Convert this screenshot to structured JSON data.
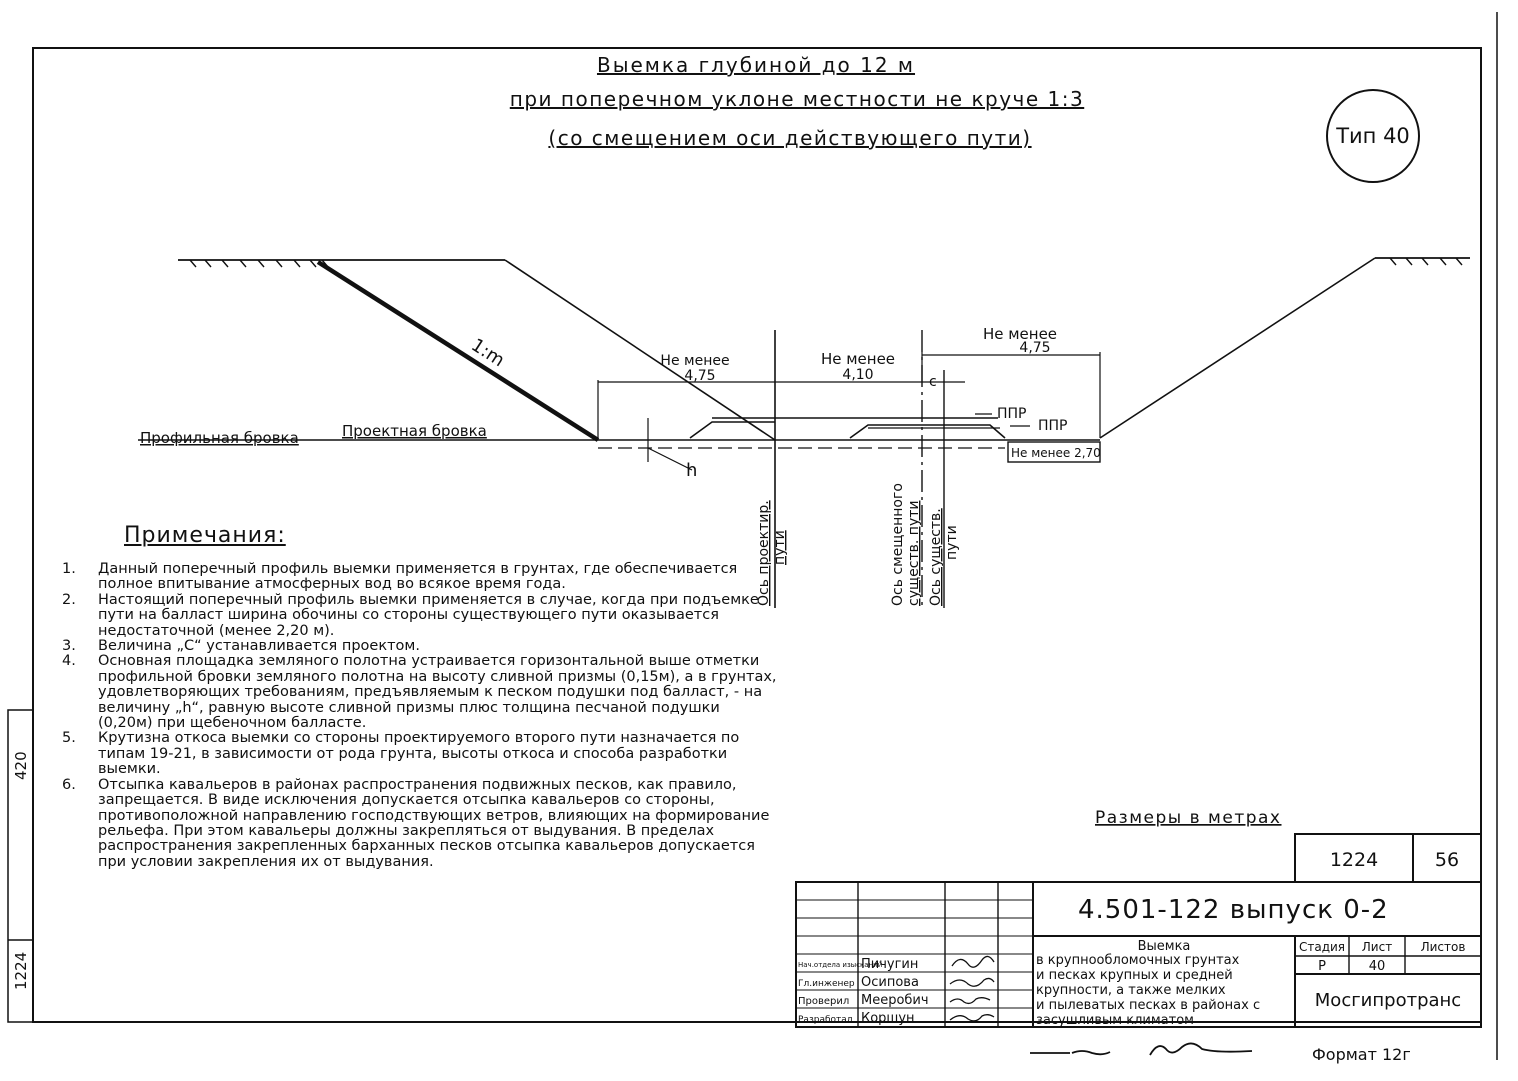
{
  "title": {
    "line1": "Выемка глубиной до 12 м",
    "line2": "при поперечном уклоне местности не круче 1:3",
    "line3": "(со смещением оси действующего пути)"
  },
  "type_badge": "Тип 40",
  "drawing": {
    "slope_label": "1:m",
    "dim_left": {
      "label": "Не менее",
      "value": "4,75"
    },
    "dim_mid": {
      "label": "Не менее",
      "value": "4,10"
    },
    "dim_right": {
      "label": "Не менее",
      "value": "4,75"
    },
    "dim_c": "c",
    "ppr1": "ППР",
    "ppr2": "ППР",
    "profile_edge": "Профильная бровка",
    "design_edge": "Проектная бровка",
    "h_label": "h",
    "min_box": "Не менее 2,70",
    "axis_design": [
      "Ось проектир.",
      "пути"
    ],
    "axis_shifted": [
      "Ось смещенного",
      "существ. пути"
    ],
    "axis_existing": [
      "Ось существ.",
      "пути"
    ]
  },
  "notes": {
    "heading": "Примечания:",
    "items": [
      {
        "n": "1.",
        "text": "Данный поперечный профиль выемки применяется в грунтах, где обеспечивается полное впитывание атмосферных вод во всякое время года."
      },
      {
        "n": "2.",
        "text": "Настоящий поперечный профиль выемки применяется в случае, когда при подъемке пути на балласт ширина обочины со стороны существующего пути оказывается недостаточной (менее 2,20 м)."
      },
      {
        "n": "3.",
        "text": "Величина „С“ устанавливается проектом."
      },
      {
        "n": "4.",
        "text": "Основная площадка земляного полотна устраивается горизонтальной выше отметки профильной бровки земляного полотна на высоту сливной призмы (0,15м), а в грунтах, удовлетворяющих требованиям, предъявляемым к песком подушки под балласт, - на величину „h“, равную высоте сливной призмы плюс толщина песчаной подушки (0,20м) при щебеночном балласте."
      },
      {
        "n": "5.",
        "text": "Крутизна откоса выемки со стороны проектируемого второго пути назначается по типам 19-21, в зависимости от рода грунта, высоты откоса и способа разработки выемки."
      },
      {
        "n": "6.",
        "text": "Отсыпка кавальеров в районах распространения подвижных песков, как правило, запрещается. В виде исключения допускается отсыпка кавальеров со стороны, противоположной направлению господствующих ветров, влияющих на формирование рельефа. При этом кавальеры должны закрепляться от выдувания. В пределах распространения закрепленных барханных песков отсыпка кавальеров допускается при условии закрепления их от выдувания."
      }
    ]
  },
  "units_note": "Размеры в метрах",
  "stamp": {
    "album": "1224",
    "sheet_no": "56",
    "doc_code": "4.501-122 выпуск 0-2",
    "roles": [
      "Нач.отдела изысканий",
      "Гл.инженер",
      "Проверил",
      "Разработал"
    ],
    "names": [
      "Пичугин",
      "Осипова",
      "Мееробич",
      "Коршун"
    ],
    "description": "Выемка в крупнообломочных грунтах и песках крупных и средней крупности, а также мелких и пылеватых песках в районах с засушливым климатом",
    "stage_label": "Стадия",
    "sheet_label": "Лист",
    "sheets_label": "Листов",
    "stage": "Р",
    "sheet": "40",
    "organization": "Мосгипротранс"
  },
  "side_labels": {
    "top": "420",
    "bottom": "1224"
  },
  "format": "Формат 12г"
}
